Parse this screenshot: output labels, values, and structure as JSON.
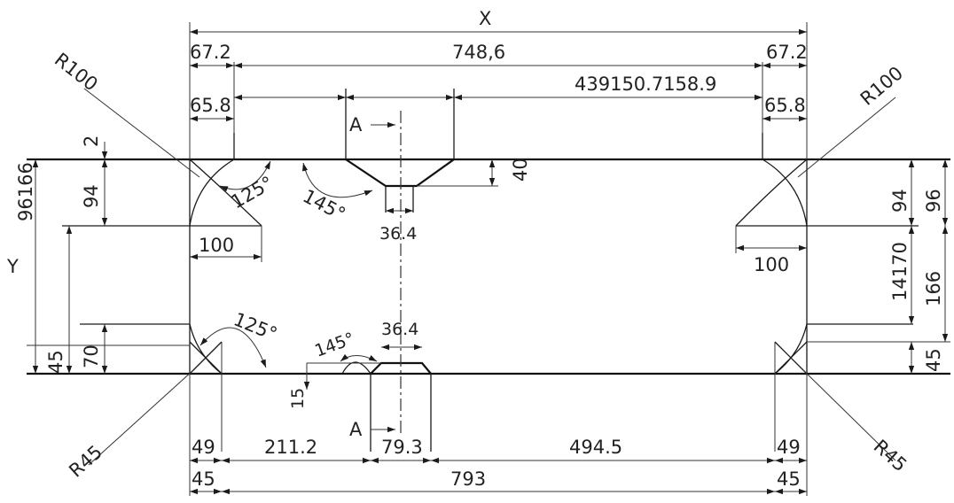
{
  "dimensions": {
    "overall_width": "X",
    "overall_height": "Y",
    "top_left_margin": "67.2",
    "top_middle": "748,6",
    "top_right_margin": "67.2",
    "inner_left_offset": "65.8",
    "inner_right_offset": "65.8",
    "top_right_chain": "439150.7158.9",
    "left_radius": "R100",
    "right_radius": "R100",
    "left_small_gap": "2",
    "left_upper_stack": "96166",
    "left_upper_depth": "94",
    "right_upper_depth": "94",
    "right_upper_total": "96",
    "left_notch_width": "100",
    "right_notch_width": "100",
    "top_left_angle": "125°",
    "top_center_angle": "145°",
    "top_center_depth": "40",
    "top_center_width": "36.4",
    "right_middle_stack": "14170",
    "right_middle_value": "166",
    "bottom_left_angle": "125°",
    "bottom_center_angle": "145°",
    "bottom_center_width": "36.4",
    "bottom_center_depth": "15",
    "left_lower_total": "45",
    "left_lower_height": "70",
    "right_lower_value": "45",
    "bottom_left_radius": "R45",
    "bottom_right_radius": "R45",
    "bottom_left_49": "49",
    "bottom_left_gap": "211.2",
    "bottom_center_gap": "79.3",
    "bottom_right_gap": "494.5",
    "bottom_right_49": "49",
    "bottom_left_45": "45",
    "bottom_total": "793",
    "bottom_right_45": "45",
    "section_mark_top": "A",
    "section_mark_bottom": "A"
  }
}
